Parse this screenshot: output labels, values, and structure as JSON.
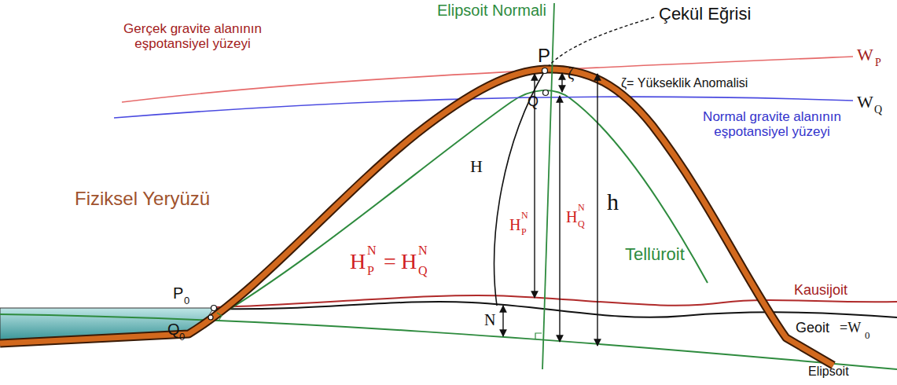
{
  "diagram": {
    "labels": [
      "Elipsoit Normali",
      "Çekül Eğrisi",
      "Gerçek gravite alanının eşpotansiyel yüzeyi",
      "P",
      "ζ",
      "ζ= Yükseklik Anomalisi",
      "W",
      "P",
      "Q",
      "W",
      "Q",
      "Normal gravite alanının eşpotansiyel yüzeyi",
      "Fiziksel Yeryüzü",
      "H",
      "h",
      "H",
      "N",
      "P",
      "H",
      "N",
      "Q",
      "H",
      "N",
      "P",
      "=",
      "H",
      "N",
      "Q",
      "Tellüroit",
      "Kausijoit",
      "Geoit",
      "=W",
      "0",
      "P",
      "0",
      "Q",
      "0",
      "N",
      "Elipsoit"
    ]
  }
}
